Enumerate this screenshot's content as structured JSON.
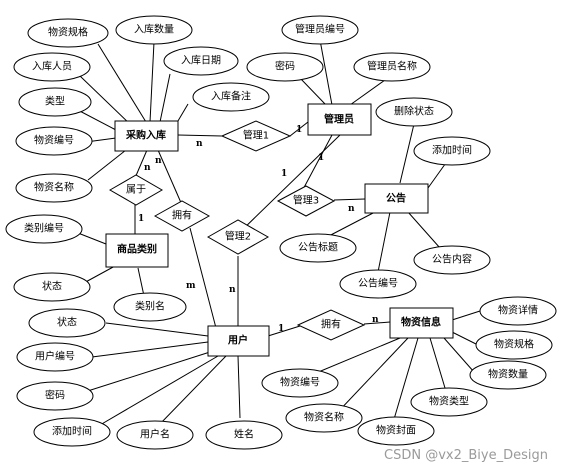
{
  "entities": {
    "purchase": "采购入库",
    "admin": "管理员",
    "notice": "公告",
    "category": "商品类别",
    "user": "用户",
    "material": "物资信息"
  },
  "relations": {
    "manage1": "管理1",
    "manage2": "管理2",
    "manage3": "管理3",
    "belong": "属于",
    "own1": "拥有",
    "own2": "拥有"
  },
  "attributes": {
    "purchase": [
      "物资规格",
      "入库数量",
      "入库人员",
      "入库日期",
      "类型",
      "入库备注",
      "物资编号",
      "物资名称"
    ],
    "admin": [
      "管理员编号",
      "密码",
      "管理员名称"
    ],
    "notice": [
      "删除状态",
      "添加时间",
      "公告标题",
      "公告内容",
      "公告编号"
    ],
    "category": [
      "类别编号",
      "状态",
      "类别名"
    ],
    "user": [
      "状态",
      "用户编号",
      "密码",
      "添加时间",
      "用户名",
      "姓名"
    ],
    "material": [
      "物资详情",
      "物资规格",
      "物资数量",
      "物资类型",
      "物资编号",
      "物资名称",
      "物资封面"
    ]
  },
  "cardinalities": {
    "purchase_manage1": "n",
    "admin_manage1": "1",
    "admin_manage2": "1",
    "user_manage2": "n",
    "admin_manage3": "1",
    "notice_manage3": "n",
    "purchase_belong": "n",
    "category_belong": "1",
    "purchase_own1": "n",
    "user_own1": "m",
    "user_own2": "1",
    "material_own2": "n"
  },
  "watermark": "CSDN @vx2_Biye_Design"
}
